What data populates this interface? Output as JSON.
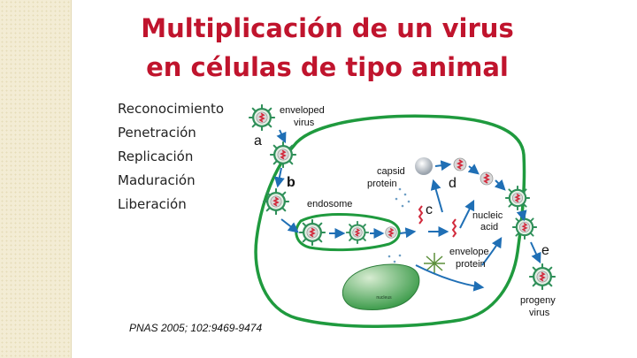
{
  "slide": {
    "title_line1": "Multiplicación de un virus",
    "title_line2": "en células de tipo animal",
    "steps": [
      "Reconocimiento",
      "Penetración",
      "Replicación",
      "Maduración",
      "Liberación"
    ],
    "citation": "PNAS 2005; 102:9469-9474"
  },
  "diagram": {
    "labels": {
      "enveloped_virus_1": "enveloped",
      "enveloped_virus_2": "virus",
      "capsid_protein_1": "capsid",
      "capsid_protein_2": "protein",
      "endosome": "endosome",
      "nucleic_acid_1": "nucleic",
      "nucleic_acid_2": "acid",
      "envelope_protein_1": "envelope",
      "envelope_protein_2": "protein",
      "nucleus": "nucleus",
      "progeny_virus_1": "progeny",
      "progeny_virus_2": "virus"
    },
    "step_letters": [
      "a",
      "b",
      "c",
      "d",
      "e"
    ],
    "colors": {
      "title": "#c0142d",
      "membrane": "#1f9a3e",
      "virus_envelope": "#2f8f59",
      "rna": "#d22a3c",
      "arrow": "#1f6fb5",
      "nucleus": "#3e9c4c"
    }
  }
}
